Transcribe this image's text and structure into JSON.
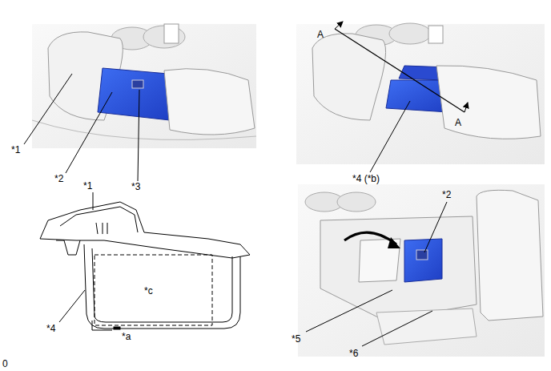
{
  "diagram": {
    "labels": [
      "*1",
      "*2",
      "*3",
      "A",
      "A",
      "*4 (*b)",
      "*1",
      "*c",
      "*4",
      "*a",
      "*2",
      "*5",
      "*6",
      "0"
    ]
  }
}
